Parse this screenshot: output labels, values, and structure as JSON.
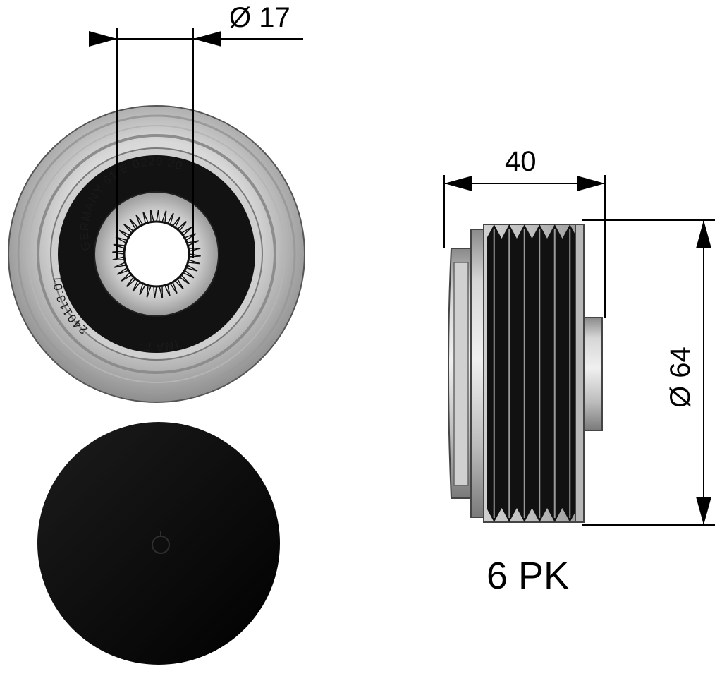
{
  "dimensions": {
    "inner_diameter": "Ø 17",
    "width": "40",
    "outer_diameter": "Ø 64"
  },
  "belt_profile": "6 PK",
  "seal_markings": {
    "top": "GERMANY  61  E       0229  20",
    "left": "240113.01",
    "bottom": "INA  F-"
  },
  "colors": {
    "ink": "#000000",
    "metal_light": "#dcdcdc",
    "metal_mid": "#a9a9a9",
    "seal": "#121212"
  }
}
